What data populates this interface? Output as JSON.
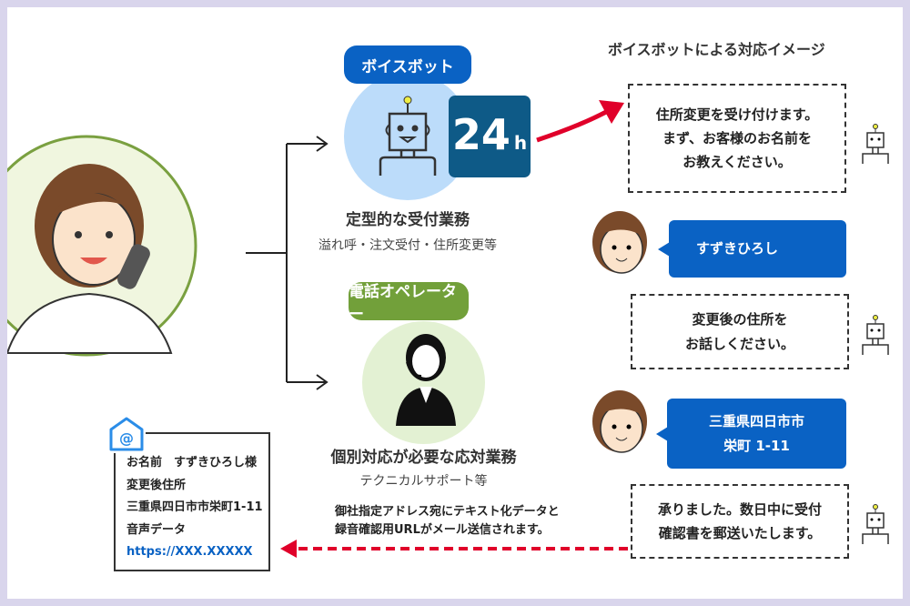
{
  "title": "ボイスボットによる対応イメージ",
  "voicebot": {
    "label": "ボイスボット",
    "badge": "24",
    "badge_unit": "h",
    "heading": "定型的な受付業務",
    "sub": "溢れ呼・注文受付・住所変更等"
  },
  "operator": {
    "label": "電話オペレーター",
    "heading": "個別対応が必要な応対業務",
    "sub": "テクニカルサポート等"
  },
  "chat": [
    {
      "role": "bot",
      "lines": [
        "住所変更を受け付けます。",
        "まず、お客様のお名前を",
        "お教えください。"
      ]
    },
    {
      "role": "user",
      "lines": [
        "すずきひろし"
      ]
    },
    {
      "role": "bot",
      "lines": [
        "変更後の住所を",
        "お話しください。"
      ]
    },
    {
      "role": "user",
      "lines": [
        "三重県四日市市",
        "栄町 1-11"
      ]
    },
    {
      "role": "bot",
      "lines": [
        "承りました。数日中に受付",
        "確認書を郵送いたします。"
      ]
    }
  ],
  "mail_note": [
    "御社指定アドレス宛にテキスト化データと",
    "録音確認用URLがメール送信されます。"
  ],
  "mail": {
    "lines": [
      "お名前　すずきひろし様",
      "変更後住所",
      "三重県四日市市栄町1-11",
      "音声データ"
    ],
    "link": "https://XXX.XXXXX"
  },
  "colors": {
    "blue": "#0a62c4",
    "green": "#72a03a",
    "navy": "#0e5a87",
    "red": "#e0002a"
  }
}
